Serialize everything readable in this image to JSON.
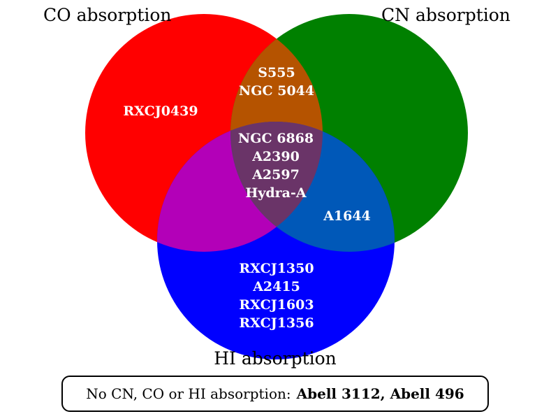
{
  "sets": [
    {
      "key": "co",
      "label": "CO absorption",
      "color": "#ff0000"
    },
    {
      "key": "cn",
      "label": "CN absorption",
      "color": "#008000"
    },
    {
      "key": "hi",
      "label": "HI absorption",
      "color": "#0000ff"
    }
  ],
  "regions": {
    "co_only": [
      "RXCJ0439"
    ],
    "co_cn": [
      "S555",
      "NGC 5044"
    ],
    "co_cn_hi": [
      "NGC 6868",
      "A2390",
      "A2597",
      "Hydra-A"
    ],
    "cn_hi": [
      "A1644"
    ],
    "hi_only": [
      "RXCJ1350",
      "A2415",
      "RXCJ1603",
      "RXCJ1356"
    ]
  },
  "none_box": {
    "prefix": "No CN, CO or HI absorption:",
    "members": "Abell 3112, Abell 496"
  }
}
